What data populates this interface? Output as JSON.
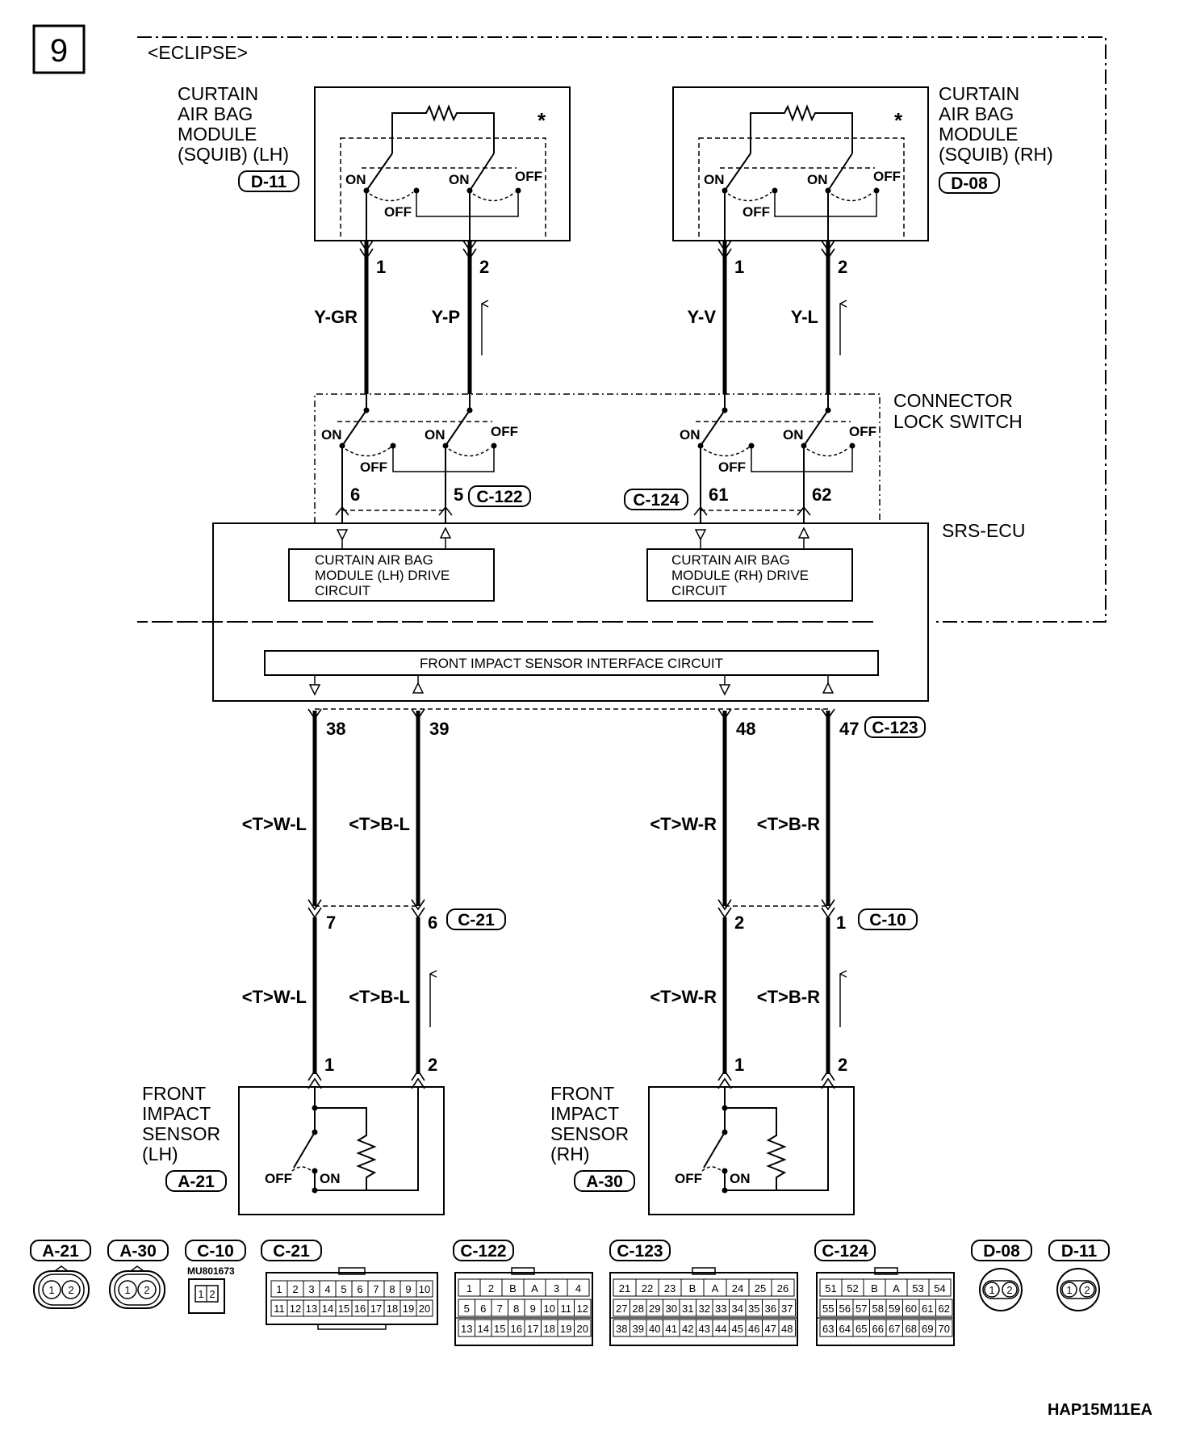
{
  "page_number": "9",
  "eclipse_label": "<ECLIPSE>",
  "colors": {
    "line": "#000000",
    "background": "#ffffff"
  },
  "squib_lh": {
    "title": [
      "CURTAIN",
      "AIR BAG",
      "MODULE",
      "(SQUIB) (LH)"
    ],
    "tag": "D-11",
    "asterisk": "*",
    "pins": [
      "1",
      "2"
    ],
    "wires": [
      "Y-GR",
      "Y-P"
    ]
  },
  "squib_rh": {
    "title": [
      "CURTAIN",
      "AIR BAG",
      "MODULE",
      "(SQUIB) (RH)"
    ],
    "tag": "D-08",
    "asterisk": "*",
    "pins": [
      "1",
      "2"
    ],
    "wires": [
      "Y-V",
      "Y-L"
    ]
  },
  "switch_labels": {
    "on": "ON",
    "off": "OFF"
  },
  "connector_lock": {
    "title": [
      "CONNECTOR",
      "LOCK SWITCH"
    ],
    "lh_pins": [
      "6",
      "5"
    ],
    "lh_tag": "C-122",
    "rh_pins": [
      "61",
      "62"
    ],
    "rh_tag": "C-124"
  },
  "ecu": {
    "title": "SRS-ECU",
    "lh_drive": [
      "CURTAIN AIR BAG",
      "MODULE (LH) DRIVE",
      "CIRCUIT"
    ],
    "rh_drive": [
      "CURTAIN AIR BAG",
      "MODULE (RH) DRIVE",
      "CIRCUIT"
    ],
    "interface": "FRONT IMPACT SENSOR INTERFACE CIRCUIT",
    "pins": [
      "38",
      "39",
      "48",
      "47"
    ],
    "tag": "C-123"
  },
  "upper_wires": [
    "<T>W-L",
    "<T>B-L",
    "<T>W-R",
    "<T>B-R"
  ],
  "mid_connector": {
    "lh_pins": [
      "7",
      "6"
    ],
    "lh_tag": "C-21",
    "rh_pins": [
      "2",
      "1"
    ],
    "rh_tag": "C-10"
  },
  "lower_wires": [
    "<T>W-L",
    "<T>B-L",
    "<T>W-R",
    "<T>B-R"
  ],
  "sensor_lh": {
    "title": [
      "FRONT",
      "IMPACT",
      "SENSOR",
      "(LH)"
    ],
    "tag": "A-21",
    "pins": [
      "1",
      "2"
    ]
  },
  "sensor_rh": {
    "title": [
      "FRONT",
      "IMPACT",
      "SENSOR",
      "(RH)"
    ],
    "tag": "A-30",
    "pins": [
      "1",
      "2"
    ]
  },
  "connector_views": {
    "tags": [
      "A-21",
      "A-30",
      "C-10",
      "C-21",
      "C-122",
      "C-123",
      "C-124",
      "D-08",
      "D-11"
    ],
    "part_number": "MU801673",
    "a21_pins": [
      "1",
      "2"
    ],
    "a30_pins": [
      "1",
      "2"
    ],
    "c10_pins": [
      "1",
      "2"
    ],
    "c21_rows": [
      [
        "1",
        "2",
        "3",
        "4",
        "5",
        "6",
        "7",
        "8",
        "9",
        "10"
      ],
      [
        "11",
        "12",
        "13",
        "14",
        "15",
        "16",
        "17",
        "18",
        "19",
        "20"
      ]
    ],
    "c122_rows": [
      [
        "1",
        "2",
        "B",
        "A",
        "3",
        "4"
      ],
      [
        "5",
        "6",
        "7",
        "8",
        "9",
        "10",
        "11",
        "12"
      ],
      [
        "13",
        "14",
        "15",
        "16",
        "17",
        "18",
        "19",
        "20"
      ]
    ],
    "c123_rows": [
      [
        "21",
        "22",
        "23",
        "B",
        "A",
        "24",
        "25",
        "26"
      ],
      [
        "27",
        "28",
        "29",
        "30",
        "31",
        "32",
        "33",
        "34",
        "35",
        "36",
        "37"
      ],
      [
        "38",
        "39",
        "40",
        "41",
        "42",
        "43",
        "44",
        "45",
        "46",
        "47",
        "48"
      ]
    ],
    "c124_rows": [
      [
        "51",
        "52",
        "B",
        "A",
        "53",
        "54"
      ],
      [
        "55",
        "56",
        "57",
        "58",
        "59",
        "60",
        "61",
        "62"
      ],
      [
        "63",
        "64",
        "65",
        "66",
        "67",
        "68",
        "69",
        "70"
      ]
    ],
    "d08_pins": [
      "1",
      "2"
    ],
    "d11_pins": [
      "1",
      "2"
    ]
  },
  "footer_code": "HAP15M11EA"
}
